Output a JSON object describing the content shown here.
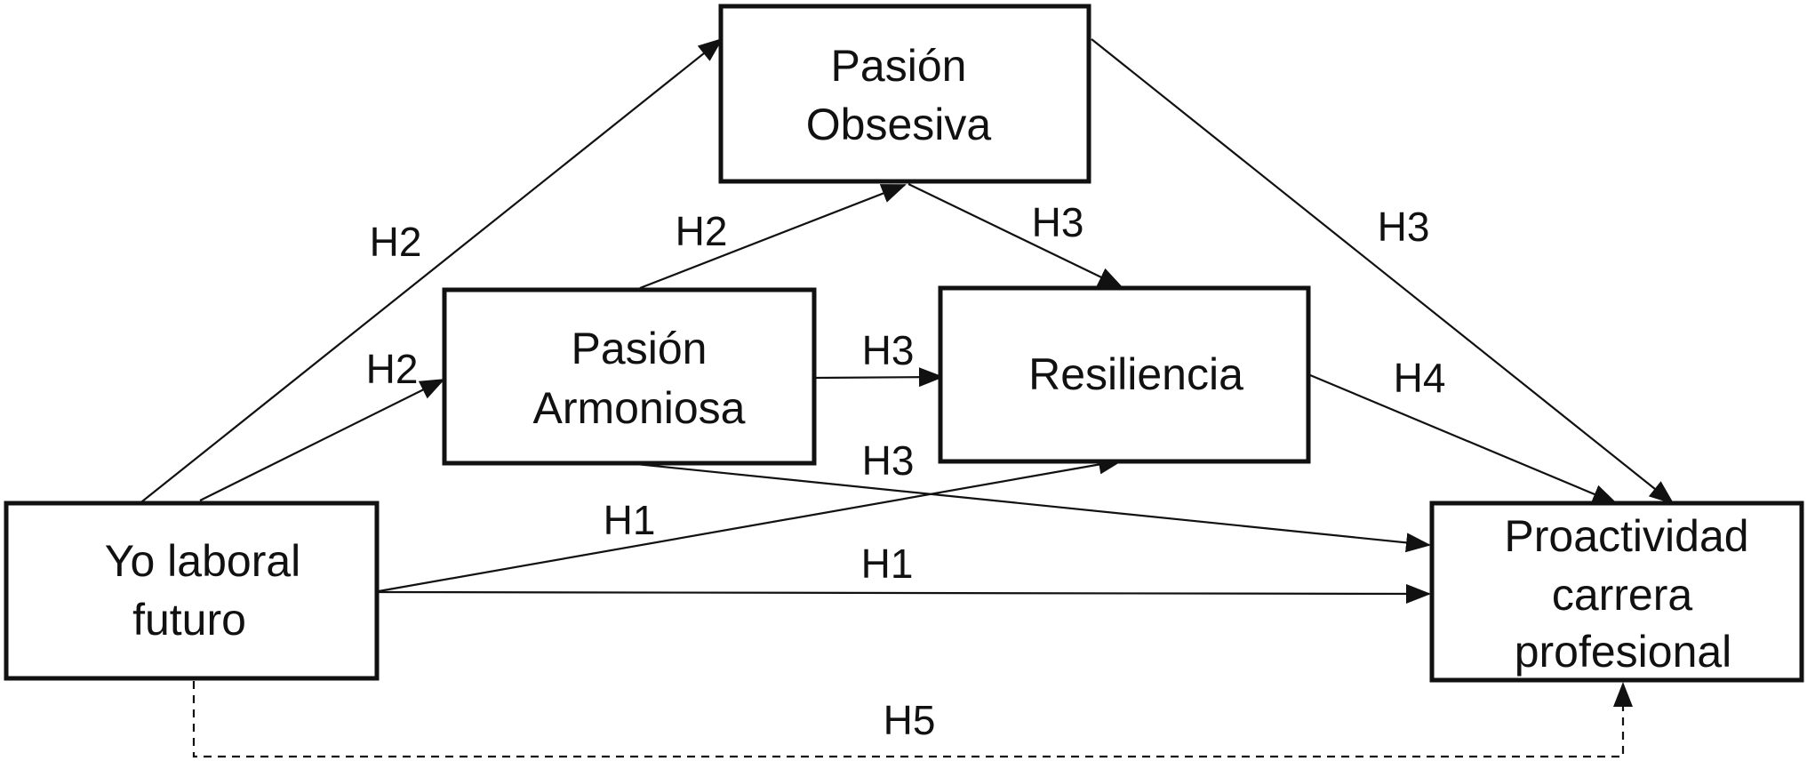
{
  "nodes": {
    "pasion_obsesiva": {
      "lines": [
        "Pasión",
        "Obsesiva"
      ]
    },
    "pasion_armoniosa": {
      "lines": [
        "Pasión",
        "Armoniosa"
      ]
    },
    "resiliencia": {
      "lines": [
        "Resiliencia"
      ]
    },
    "yo_laboral": {
      "lines": [
        "Yo laboral",
        "futuro"
      ]
    },
    "proactividad": {
      "lines": [
        "Proactividad",
        "carrera",
        "profesional"
      ]
    }
  },
  "edges": [
    {
      "id": "yo-to-obsesiva",
      "from": "yo_laboral",
      "to": "pasion_obsesiva",
      "label": "H2",
      "style": "solid"
    },
    {
      "id": "yo-to-armoniosa",
      "from": "yo_laboral",
      "to": "pasion_armoniosa",
      "label": "H2",
      "style": "solid"
    },
    {
      "id": "armoniosa-to-obsesiva",
      "from": "pasion_armoniosa",
      "to": "pasion_obsesiva",
      "label": "H2",
      "style": "solid"
    },
    {
      "id": "obsesiva-to-resiliencia",
      "from": "pasion_obsesiva",
      "to": "resiliencia",
      "label": "H3",
      "style": "solid"
    },
    {
      "id": "armoniosa-to-resiliencia",
      "from": "pasion_armoniosa",
      "to": "resiliencia",
      "label": "H3",
      "style": "solid"
    },
    {
      "id": "obsesiva-to-proactividad",
      "from": "pasion_obsesiva",
      "to": "proactividad",
      "label": "H3",
      "style": "solid"
    },
    {
      "id": "armoniosa-to-proactividad",
      "from": "pasion_armoniosa",
      "to": "proactividad",
      "label": "H3",
      "style": "solid"
    },
    {
      "id": "yo-to-resiliencia",
      "from": "yo_laboral",
      "to": "resiliencia",
      "label": "H1",
      "style": "solid"
    },
    {
      "id": "yo-to-proactividad",
      "from": "yo_laboral",
      "to": "proactividad",
      "label": "H1",
      "style": "solid"
    },
    {
      "id": "resiliencia-to-proactividad",
      "from": "resiliencia",
      "to": "proactividad",
      "label": "H4",
      "style": "solid"
    },
    {
      "id": "yo-to-proactividad-moderated",
      "from": "yo_laboral",
      "to": "proactividad",
      "label": "H5",
      "style": "dashed"
    }
  ],
  "colors": {
    "stroke": "#111111",
    "background": "#ffffff"
  }
}
